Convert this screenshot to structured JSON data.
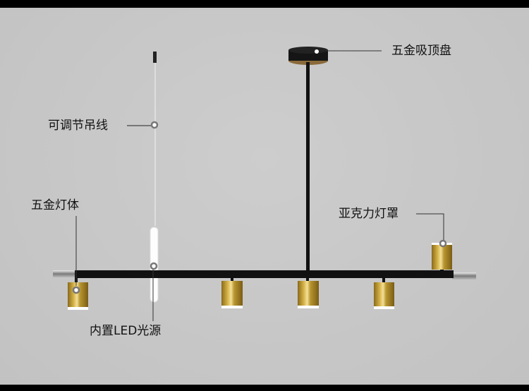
{
  "labels": {
    "canopy": "五金吸顶盘",
    "wire": "可调节吊线",
    "body": "五金灯体",
    "shade": "亚克力灯罩",
    "led": "内置LED光源"
  },
  "colors": {
    "background": "#c6c6c6",
    "gold": "#b8962e",
    "black": "#111111"
  }
}
